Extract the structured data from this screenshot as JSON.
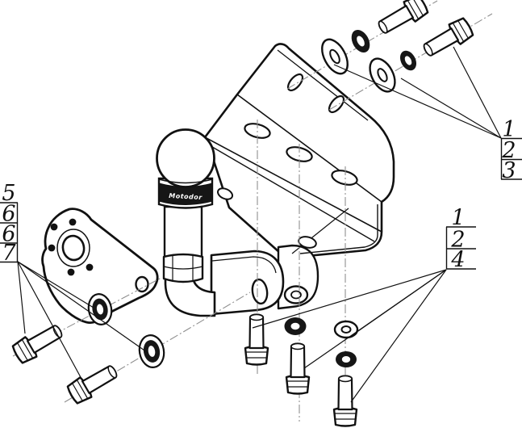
{
  "callouts": {
    "top_right": {
      "items": [
        "1",
        "2",
        "3"
      ]
    },
    "mid_right": {
      "items": [
        "1",
        "2",
        "4"
      ]
    },
    "left": {
      "items": [
        "5",
        "6",
        "6",
        "7"
      ]
    }
  },
  "ball": {
    "brand_text": "Motodor"
  },
  "colors": {
    "line": "#111111",
    "fill": "#ffffff",
    "dark_fill": "#161616",
    "centerline": "#8f8f8f"
  }
}
